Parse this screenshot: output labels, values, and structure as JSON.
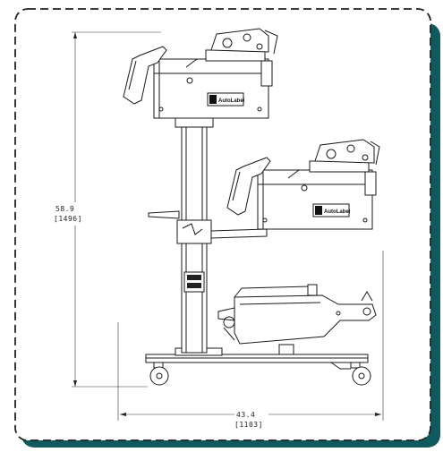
{
  "drawing": {
    "height_dimension": {
      "inches": "58.9",
      "millimeters": "[1496]"
    },
    "width_dimension": {
      "inches": "43.4",
      "millimeters": "[1103]"
    },
    "logo_text": "AutoLabel"
  },
  "colors": {
    "frame_border": "#222222",
    "frame_shadow": "#0e5a5e",
    "line": "#1a1a1a"
  }
}
